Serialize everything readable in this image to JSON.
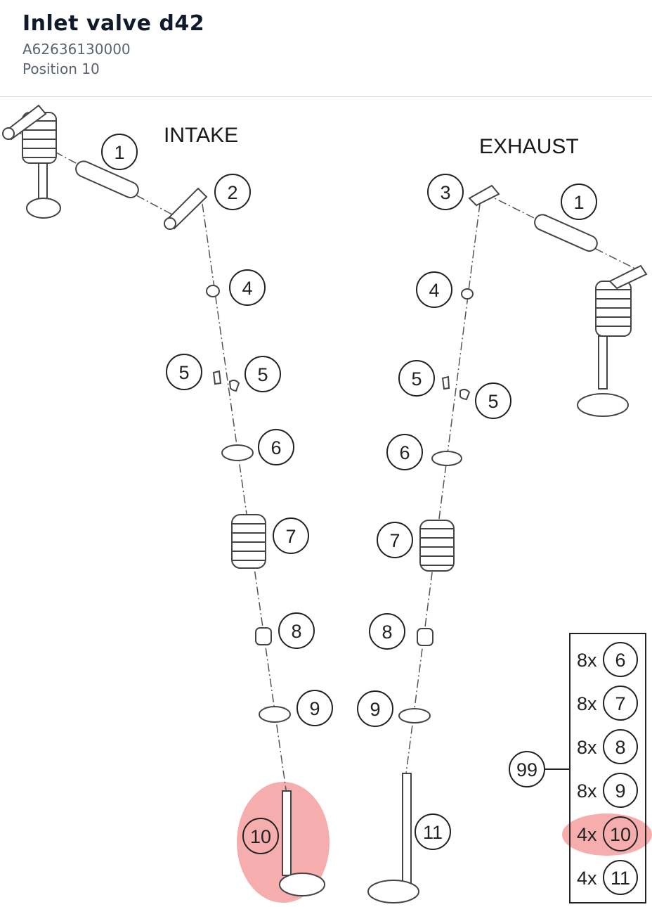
{
  "header": {
    "title": "Inlet valve d42",
    "part_number": "A62636130000",
    "position": "Position 10"
  },
  "diagram": {
    "intake_label": "INTAKE",
    "exhaust_label": "EXHAUST",
    "highlight_color": "#f28a8a",
    "callouts": {
      "c1a": "1",
      "c2": "2",
      "c4a": "5",
      "c4b": "5",
      "c4": "4",
      "c6a": "6",
      "c7a": "7",
      "c8a": "8",
      "c9a": "9",
      "c10": "10",
      "c3": "3",
      "c1b": "1",
      "c4e": "4",
      "c5e1": "5",
      "c5e2": "5",
      "c6e": "6",
      "c7e": "7",
      "c8e": "8",
      "c9e": "9",
      "c11": "11",
      "c99": "99"
    },
    "kit_box": [
      {
        "qty": "8x",
        "num": "6"
      },
      {
        "qty": "8x",
        "num": "7"
      },
      {
        "qty": "8x",
        "num": "8"
      },
      {
        "qty": "8x",
        "num": "9"
      },
      {
        "qty": "4x",
        "num": "10"
      },
      {
        "qty": "4x",
        "num": "11"
      }
    ]
  }
}
